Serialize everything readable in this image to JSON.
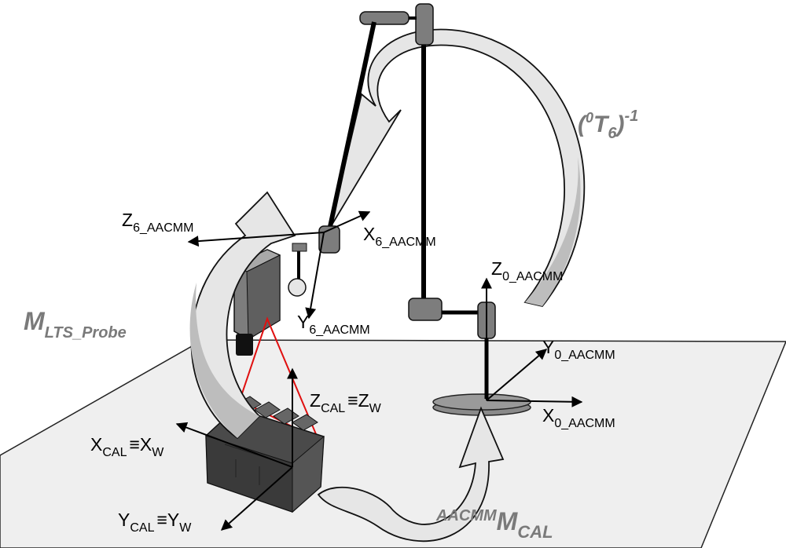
{
  "colors": {
    "plane": "#efefef",
    "arrow_fill": "#e6e6e6",
    "arrow_shade": "#bdbdbd",
    "robot_gray": "#7d7d7d",
    "block_dark": "#4a4a4a",
    "laser_red": "#e01010",
    "label_gray": "#7a7a7a"
  },
  "transforms": {
    "t06_inverse": {
      "open": "(",
      "sup": "0",
      "main": "T",
      "sub": "6",
      "close": ")",
      "exp": "-1"
    },
    "m_lts_probe": {
      "main": "M",
      "sub": "LTS_Probe"
    },
    "aacmm_m_cal": {
      "pre": "AACMM",
      "main": "M",
      "sub": "CAL"
    }
  },
  "axes": {
    "z6": {
      "main": "Z",
      "sub": "6_AACMM"
    },
    "x6": {
      "main": "X",
      "sub": "6_AACMM"
    },
    "y6": {
      "main": "Y",
      "sub": "6_AACMM"
    },
    "z0": {
      "main": "Z",
      "sub": "0_AACMM"
    },
    "y0": {
      "main": "Y",
      "sub": "0_AACMM"
    },
    "x0": {
      "main": "X",
      "sub": "0_AACMM"
    },
    "zcal": {
      "main": "Z",
      "sub": "CAL",
      "eq": "≡",
      "main2": "Z",
      "sub2": "W"
    },
    "xcal": {
      "main": "X",
      "sub": "CAL",
      "eq": "≡",
      "main2": "X",
      "sub2": "W"
    },
    "ycal": {
      "main": "Y",
      "sub": "CAL",
      "eq": "≡",
      "main2": "Y",
      "sub2": "W"
    }
  }
}
